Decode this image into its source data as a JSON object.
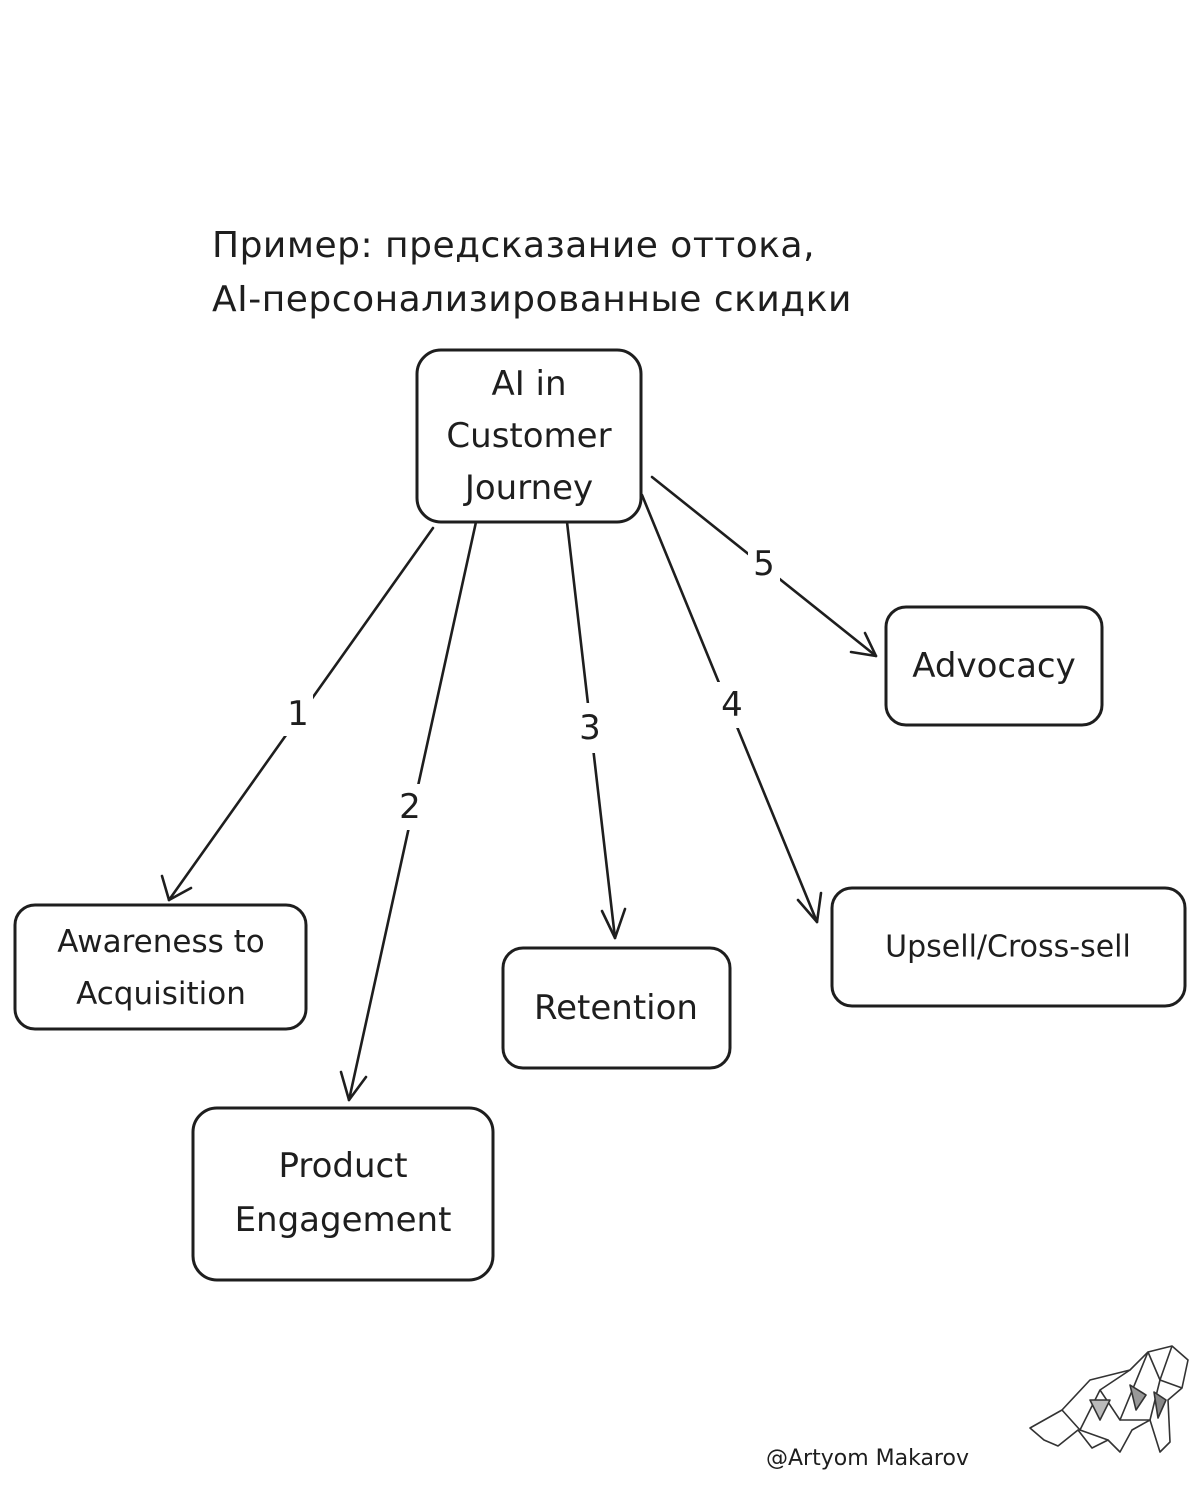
{
  "caption": {
    "line1": "Пример: предсказание оттока,",
    "line2": "AI-персонализированные скидки"
  },
  "central": {
    "lines": [
      "AI in",
      "Customer",
      "Journey"
    ]
  },
  "nodes": [
    {
      "id": "awareness",
      "lines": [
        "Awareness to",
        "Acquisition"
      ]
    },
    {
      "id": "engagement",
      "lines": [
        "Product",
        "Engagement"
      ]
    },
    {
      "id": "retention",
      "lines": [
        "Retention"
      ]
    },
    {
      "id": "upsell",
      "lines": [
        "Upsell/Cross-sell"
      ]
    },
    {
      "id": "advocacy",
      "lines": [
        "Advocacy"
      ]
    }
  ],
  "edges": [
    {
      "from": "central",
      "to": "awareness",
      "label": "1"
    },
    {
      "from": "central",
      "to": "engagement",
      "label": "2"
    },
    {
      "from": "central",
      "to": "retention",
      "label": "3"
    },
    {
      "from": "central",
      "to": "upsell",
      "label": "4"
    },
    {
      "from": "central",
      "to": "advocacy",
      "label": "5"
    }
  ],
  "watermark": {
    "text": "@Artyom Makarov",
    "logo": "origami-bear-icon"
  }
}
